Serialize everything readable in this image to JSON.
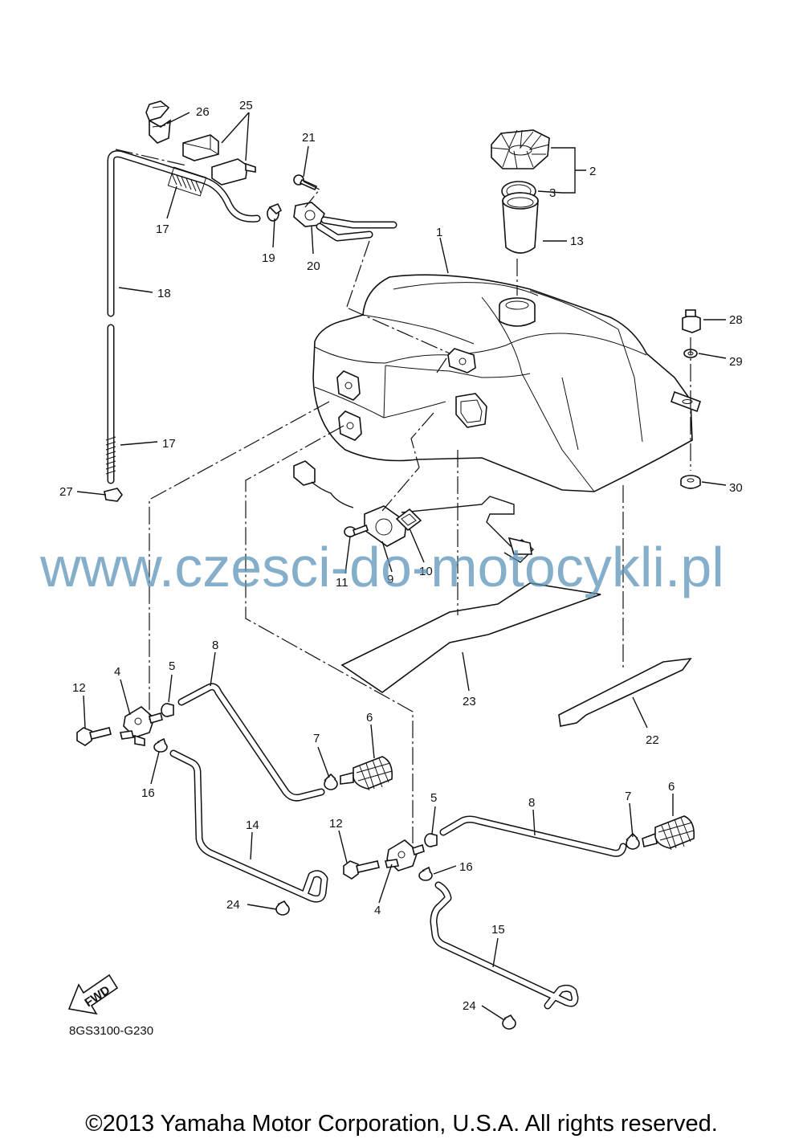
{
  "part_labels": {
    "p1": "1",
    "p2": "2",
    "p3": "3",
    "p4a": "4",
    "p4b": "4",
    "p5a": "5",
    "p5b": "5",
    "p6a": "6",
    "p6b": "6",
    "p7a": "7",
    "p7b": "7",
    "p8a": "8",
    "p8b": "8",
    "p9": "9",
    "p10": "10",
    "p11": "11",
    "p12a": "12",
    "p12b": "12",
    "p13": "13",
    "p14": "14",
    "p15": "15",
    "p16a": "16",
    "p16b": "16",
    "p17a": "17",
    "p17b": "17",
    "p18": "18",
    "p19": "19",
    "p20": "20",
    "p21": "21",
    "p22": "22",
    "p23": "23",
    "p24a": "24",
    "p24b": "24",
    "p25": "25",
    "p26": "26",
    "p27": "27",
    "p28": "28",
    "p29": "29",
    "p30": "30"
  },
  "watermark": "www.czesci-do-motocykli.pl",
  "forward_arrow_label": "FWD",
  "diagram_code": "8GS3100-G230",
  "copyright": "©2013 Yamaha Motor Corporation, U.S.A. All rights reserved."
}
